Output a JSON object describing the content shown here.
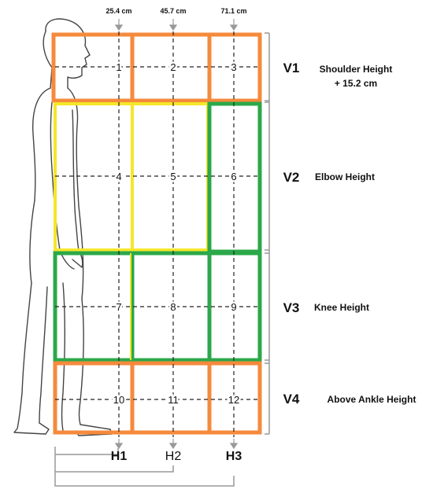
{
  "horizontal_distances": {
    "h1": "25.4 cm",
    "h2": "45.7 cm",
    "h3": "71.1 cm"
  },
  "column_labels": [
    "H1",
    "H2",
    "H3"
  ],
  "row_labels": [
    "V1",
    "V2",
    "V3",
    "V4"
  ],
  "row_descriptions": {
    "v1_line1": "Shoulder Height",
    "v1_line2": "+ 15.2 cm",
    "v2": "Elbow Height",
    "v3": "Knee Height",
    "v4": "Above Ankle Height"
  },
  "zones": [
    "1",
    "2",
    "3",
    "4",
    "5",
    "6",
    "7",
    "8",
    "9",
    "10",
    "11",
    "12"
  ],
  "colors": {
    "orange": "#f58a3c",
    "green": "#2ba84a",
    "yellow": "#f5e62a",
    "guide": "#999999",
    "dash": "#222222",
    "figure": "#444444"
  }
}
